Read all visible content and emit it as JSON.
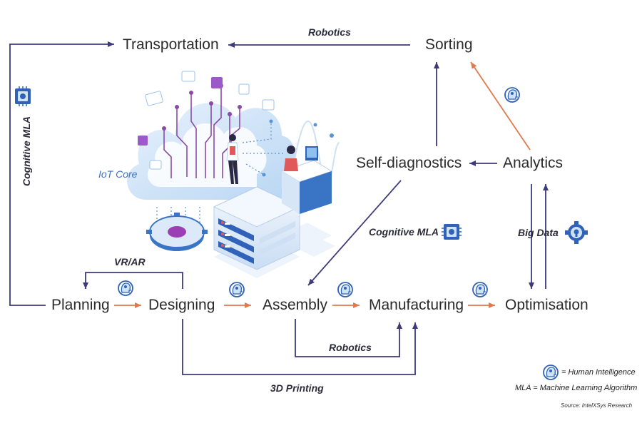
{
  "nodes": {
    "transportation": "Transportation",
    "sorting": "Sorting",
    "self_diagnostics": "Self-diagnostics",
    "analytics": "Analytics",
    "planning": "Planning",
    "designing": "Designing",
    "assembly": "Assembly",
    "manufacturing": "Manufacturing",
    "optimisation": "Optimisation"
  },
  "edge_labels": {
    "robotics_top": "Robotics",
    "cognitive_mla_left": "Cognitive MLA",
    "vr_ar": "VR/AR",
    "cognitive_mla_mid": "Cognitive MLA",
    "big_data": "Big Data",
    "robotics_bottom": "Robotics",
    "printing_3d": "3D Printing"
  },
  "illustration": {
    "iot_core": "IoT Core"
  },
  "legend": {
    "human_intelligence": "= Human Intelligence",
    "mla_definition": "MLA = Machine Learning Algorithm",
    "source": "Source: IntelXSys Research"
  },
  "colors": {
    "navy_arrow": "#3d3a78",
    "orange_arrow": "#e07a4b",
    "icon_blue": "#3a74c4",
    "icon_light": "#cfe3f7"
  },
  "icons": [
    "human-intelligence-icon",
    "mla-chip-icon",
    "big-data-gear-icon"
  ]
}
